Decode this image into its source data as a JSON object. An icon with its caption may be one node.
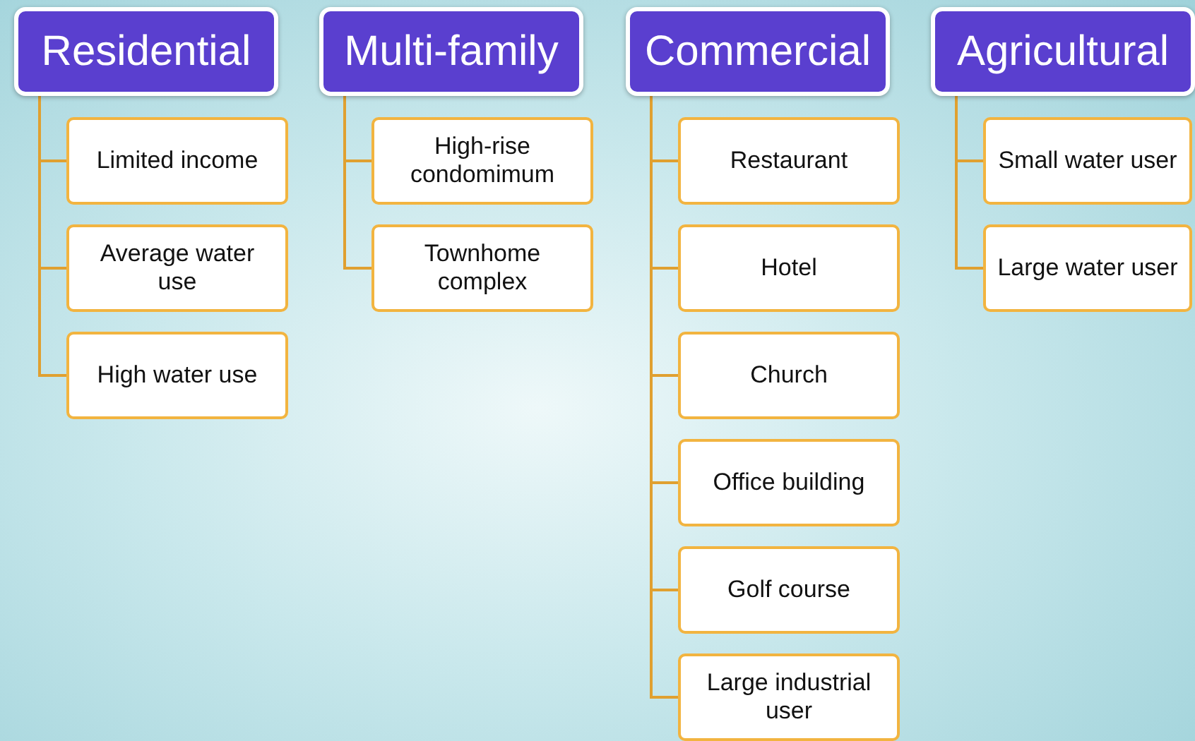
{
  "diagram": {
    "nodes": [
      {
        "text": [
          "Residential"
        ]
      },
      {
        "text": [
          "Limited income"
        ]
      },
      {
        "text": [
          "Average water use"
        ]
      },
      {
        "text": [
          "High water use"
        ]
      },
      {
        "text": [
          "Multi-family"
        ]
      },
      {
        "text": [
          "High-rise condomimum"
        ]
      },
      {
        "text": [
          "Townhome complex"
        ]
      },
      {
        "text": [
          "Commercial"
        ]
      },
      {
        "text": [
          "Restaurant"
        ]
      },
      {
        "text": [
          "Hotel"
        ]
      },
      {
        "text": [
          "Church"
        ]
      },
      {
        "text": [
          "Office building"
        ]
      },
      {
        "text": [
          "Golf course"
        ]
      },
      {
        "text": [
          "Large industrial user"
        ]
      },
      {
        "text": [
          "Agricultural"
        ]
      },
      {
        "text": [
          "Small water user"
        ]
      },
      {
        "text": [
          "Large water user"
        ]
      }
    ],
    "edges": [
      {
        "from": 0,
        "to": 1,
        "arrow": "none"
      },
      {
        "from": 0,
        "to": 2,
        "arrow": "none"
      },
      {
        "from": 0,
        "to": 3,
        "arrow": "none"
      },
      {
        "from": 4,
        "to": 5,
        "arrow": "none"
      },
      {
        "from": 4,
        "to": 6,
        "arrow": "none"
      },
      {
        "from": 7,
        "to": 8,
        "arrow": "none"
      },
      {
        "from": 7,
        "to": 9,
        "arrow": "none"
      },
      {
        "from": 7,
        "to": 10,
        "arrow": "none"
      },
      {
        "from": 7,
        "to": 11,
        "arrow": "none"
      },
      {
        "from": 7,
        "to": 12,
        "arrow": "none"
      },
      {
        "from": 7,
        "to": 13,
        "arrow": "none"
      },
      {
        "from": 14,
        "to": 15,
        "arrow": "none"
      },
      {
        "from": 14,
        "to": 16,
        "arrow": "none"
      }
    ]
  }
}
